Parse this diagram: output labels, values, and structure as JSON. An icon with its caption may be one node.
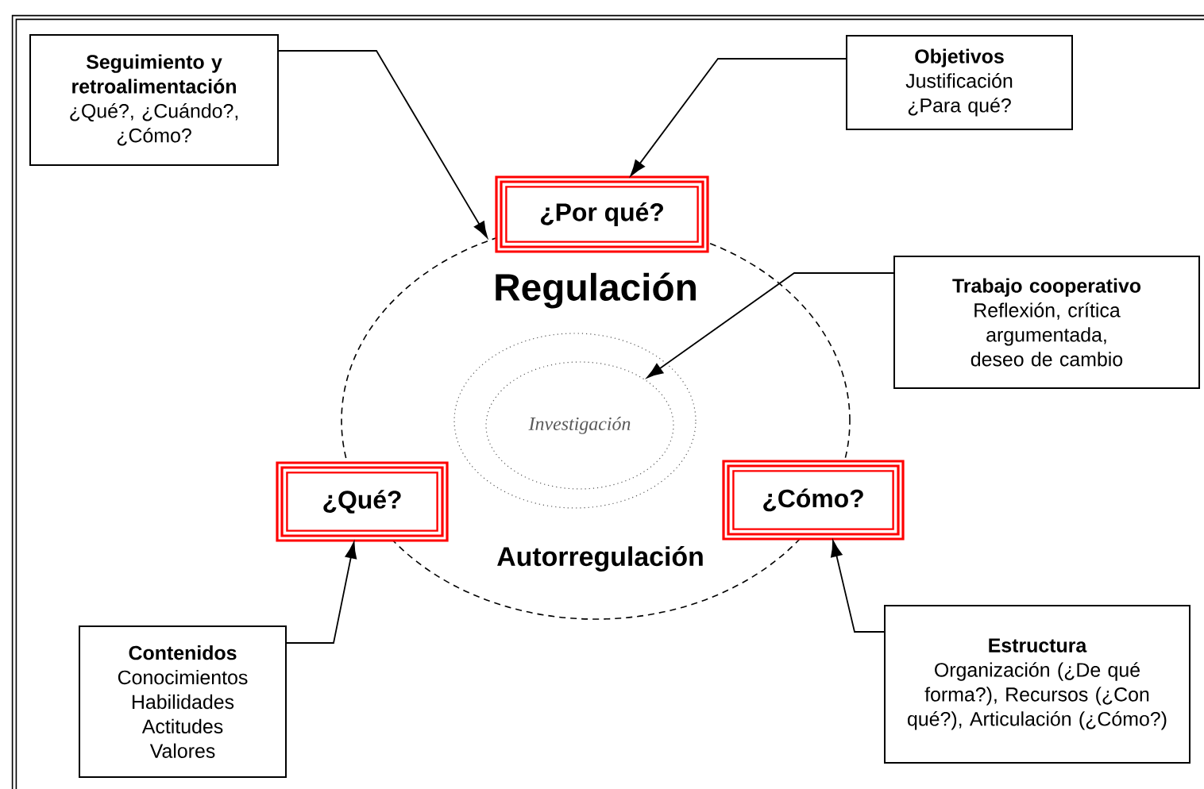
{
  "diagram": {
    "nodes": [
      {
        "text": [
          "Seguimiento y retroalimentación",
          "¿Qué?, ¿Cuándo?, ¿Cómo?"
        ]
      },
      {
        "text": [
          "Objetivos",
          "Justificación ¿Para qué?"
        ]
      },
      {
        "text": [
          "¿Por qué?"
        ]
      },
      {
        "text": [
          "Regulación",
          "Autorregulación"
        ]
      },
      {
        "text": [],
        "shape": "ellipse",
        "in": 3
      },
      {
        "text": [
          "Investigación"
        ],
        "in": 4
      },
      {
        "text": [
          "Trabajo cooperativo",
          "Reflexión, crítica argumentada, deseo de cambio"
        ]
      },
      {
        "text": [
          "¿Qué?"
        ]
      },
      {
        "text": [
          "¿Cómo?"
        ]
      },
      {
        "text": [
          "Contenidos",
          "Conocimientos Habilidades Actitudes Valores"
        ]
      },
      {
        "text": [
          "Estructura",
          "Organización (¿De qué forma?), Recursos (¿Con qué?), Articulación (¿Cómo?)"
        ]
      }
    ],
    "edges": [
      {
        "from": 0,
        "to": 3,
        "arrow": "to"
      },
      {
        "from": 1,
        "to": 2,
        "arrow": "to"
      },
      {
        "from": 6,
        "to": 5,
        "arrow": "to"
      },
      {
        "from": 9,
        "to": 7,
        "arrow": "to"
      },
      {
        "from": 10,
        "to": 8,
        "arrow": "to"
      }
    ]
  }
}
